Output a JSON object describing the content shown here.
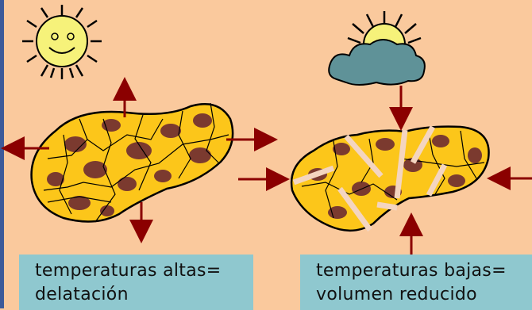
{
  "colors": {
    "background": "#fac99d",
    "rock_fill": "#fcc61a",
    "rock_spots": "#7b3a2f",
    "arrows": "#8b0000",
    "caption_bg": "#8fc8cf",
    "sun": "#f6f27a",
    "cloud": "#5f9298"
  },
  "icons": {
    "left_weather": "sun-icon",
    "right_weather": "cloud-sun-icon"
  },
  "captions": {
    "hot": {
      "line1": "temperaturas altas=",
      "line2": "delatación"
    },
    "cold": {
      "line1": "temperaturas bajas=",
      "line2": "volumen reducido"
    }
  }
}
